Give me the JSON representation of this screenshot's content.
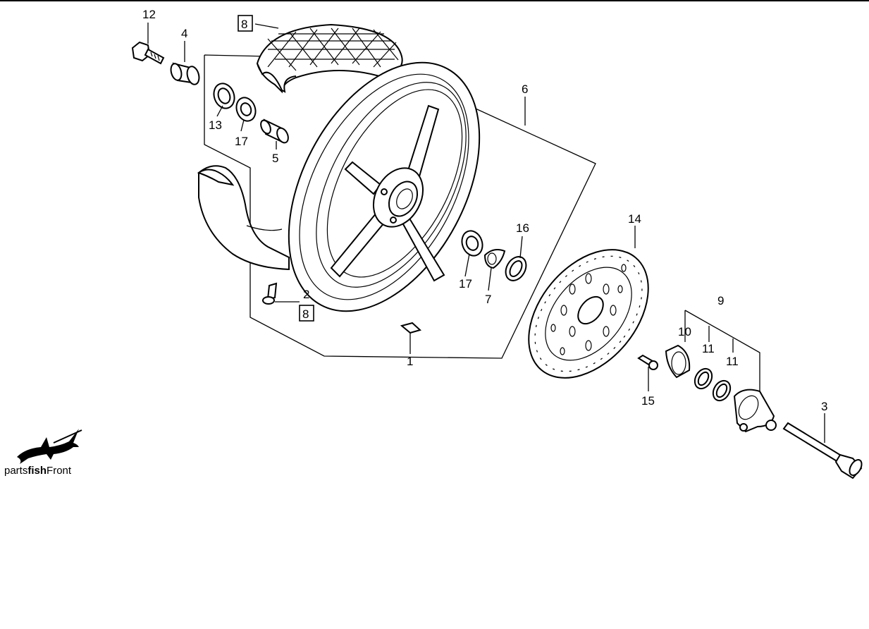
{
  "diagram": {
    "callouts": [
      {
        "id": "c1",
        "text": "1"
      },
      {
        "id": "c2",
        "text": "2"
      },
      {
        "id": "c3",
        "text": "3"
      },
      {
        "id": "c4",
        "text": "4"
      },
      {
        "id": "c5",
        "text": "5"
      },
      {
        "id": "c6",
        "text": "6"
      },
      {
        "id": "c7",
        "text": "7"
      },
      {
        "id": "c8a",
        "text": "8"
      },
      {
        "id": "c8b",
        "text": "8"
      },
      {
        "id": "c9",
        "text": "9"
      },
      {
        "id": "c10",
        "text": "10"
      },
      {
        "id": "c11a",
        "text": "11"
      },
      {
        "id": "c11b",
        "text": "11"
      },
      {
        "id": "c12",
        "text": "12"
      },
      {
        "id": "c13",
        "text": "13"
      },
      {
        "id": "c14",
        "text": "14"
      },
      {
        "id": "c15",
        "text": "15"
      },
      {
        "id": "c16",
        "text": "16"
      },
      {
        "id": "c17a",
        "text": "17"
      },
      {
        "id": "c17b",
        "text": "17"
      }
    ]
  },
  "logo": {
    "icon": "swordfish-icon",
    "text_prefix": "parts",
    "text_bold": "fish",
    "text_suffix": "Front"
  }
}
